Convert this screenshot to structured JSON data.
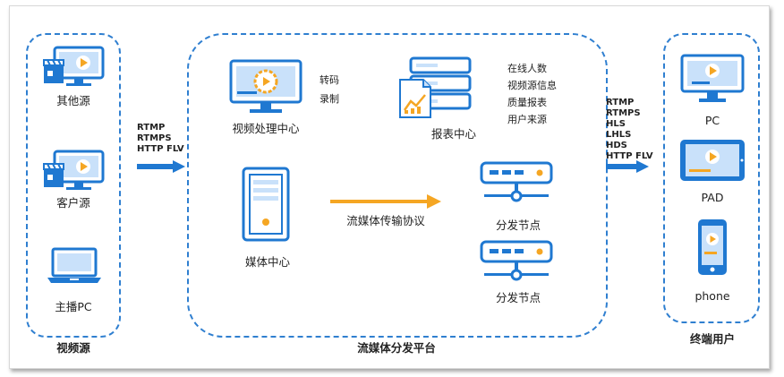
{
  "sources": {
    "title": "视频源",
    "items": [
      {
        "label": "其他源"
      },
      {
        "label": "客户源"
      },
      {
        "label": "主播PC"
      }
    ]
  },
  "ingest_protocols": [
    "RTMP",
    "RTMPS",
    "HTTP FLV"
  ],
  "platform": {
    "title": "流媒体分发平台",
    "video_center": {
      "label": "视频处理中心",
      "functions": [
        "转码",
        "录制"
      ]
    },
    "report_center": {
      "label": "报表中心",
      "functions": [
        "在线人数",
        "视频源信息",
        "质量报表",
        "用户来源"
      ]
    },
    "media_center": {
      "label": "媒体中心"
    },
    "transport": {
      "label": "流媒体传输协议"
    },
    "nodes": [
      {
        "label": "分发节点"
      },
      {
        "label": "分发节点"
      }
    ]
  },
  "delivery_protocols": [
    "RTMP",
    "RTMPS",
    "HLS",
    "LHLS",
    "HDS",
    "HTTP FLV"
  ],
  "terminals": {
    "title": "终端用户",
    "items": [
      {
        "label": "PC"
      },
      {
        "label": "PAD"
      },
      {
        "label": "phone"
      }
    ]
  },
  "colors": {
    "accent_blue": "#1f78d1",
    "dashed_border": "#2f7fd0",
    "orange": "#f5a623",
    "light_blue": "#c9e1fa"
  }
}
